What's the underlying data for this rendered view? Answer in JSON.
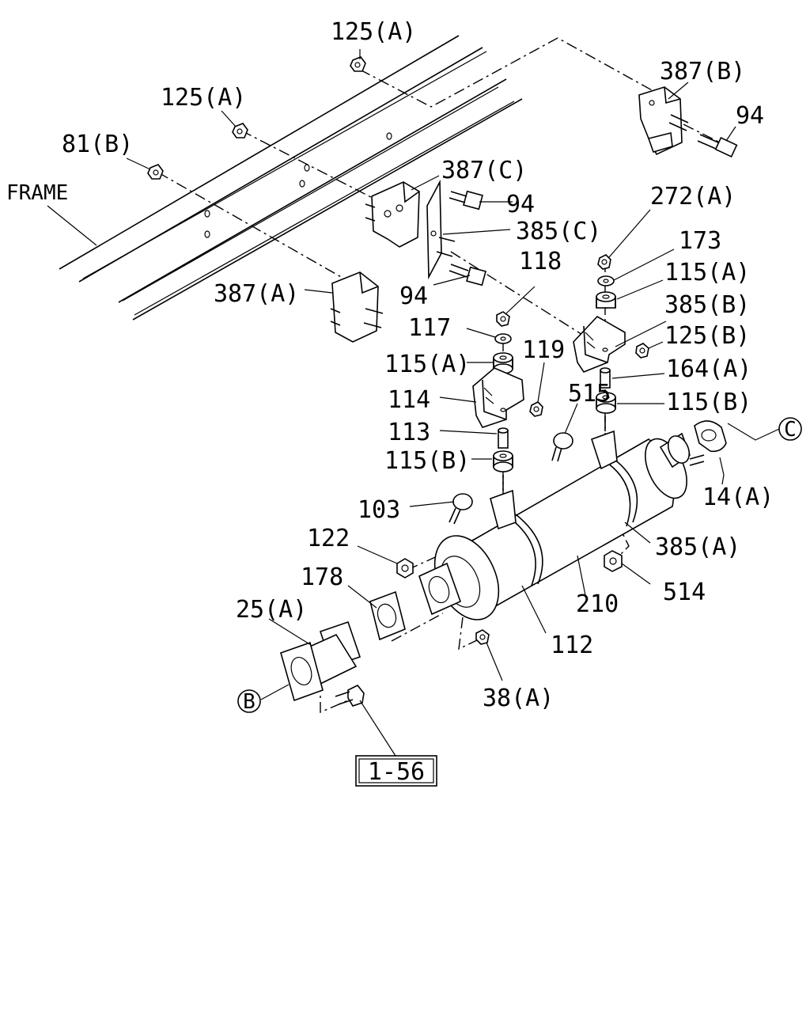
{
  "diagram": {
    "frame_label": "FRAME",
    "labels": [
      {
        "id": "p125a-top",
        "text": "125(A)"
      },
      {
        "id": "p125a-mid",
        "text": "125(A)"
      },
      {
        "id": "p81b",
        "text": "81(B)"
      },
      {
        "id": "p387b",
        "text": "387(B)"
      },
      {
        "id": "p94-right",
        "text": "94"
      },
      {
        "id": "p387c",
        "text": "387(C)"
      },
      {
        "id": "p94-mid",
        "text": "94"
      },
      {
        "id": "p385c",
        "text": "385(C)"
      },
      {
        "id": "p94-low",
        "text": "94"
      },
      {
        "id": "p272a",
        "text": "272(A)"
      },
      {
        "id": "p173",
        "text": "173"
      },
      {
        "id": "p118",
        "text": "118"
      },
      {
        "id": "p115a-right",
        "text": "115(A)"
      },
      {
        "id": "p385b",
        "text": "385(B)"
      },
      {
        "id": "p387a",
        "text": "387(A)"
      },
      {
        "id": "p117",
        "text": "117"
      },
      {
        "id": "p125b",
        "text": "125(B)"
      },
      {
        "id": "p119",
        "text": "119"
      },
      {
        "id": "p164a",
        "text": "164(A)"
      },
      {
        "id": "p115a-left",
        "text": "115(A)"
      },
      {
        "id": "p515",
        "text": "515"
      },
      {
        "id": "p115b-right",
        "text": "115(B)"
      },
      {
        "id": "p114",
        "text": "114"
      },
      {
        "id": "p113",
        "text": "113"
      },
      {
        "id": "p115b-left",
        "text": "115(B)"
      },
      {
        "id": "p14a",
        "text": "14(A)"
      },
      {
        "id": "p103",
        "text": "103"
      },
      {
        "id": "p385a",
        "text": "385(A)"
      },
      {
        "id": "p122",
        "text": "122"
      },
      {
        "id": "p178",
        "text": "178"
      },
      {
        "id": "p514",
        "text": "514"
      },
      {
        "id": "p25a",
        "text": "25(A)"
      },
      {
        "id": "p210",
        "text": "210"
      },
      {
        "id": "p112",
        "text": "112"
      },
      {
        "id": "p38a",
        "text": "38(A)"
      }
    ],
    "callouts": {
      "c": "C",
      "b": "B"
    },
    "reference_box": "1-56"
  }
}
